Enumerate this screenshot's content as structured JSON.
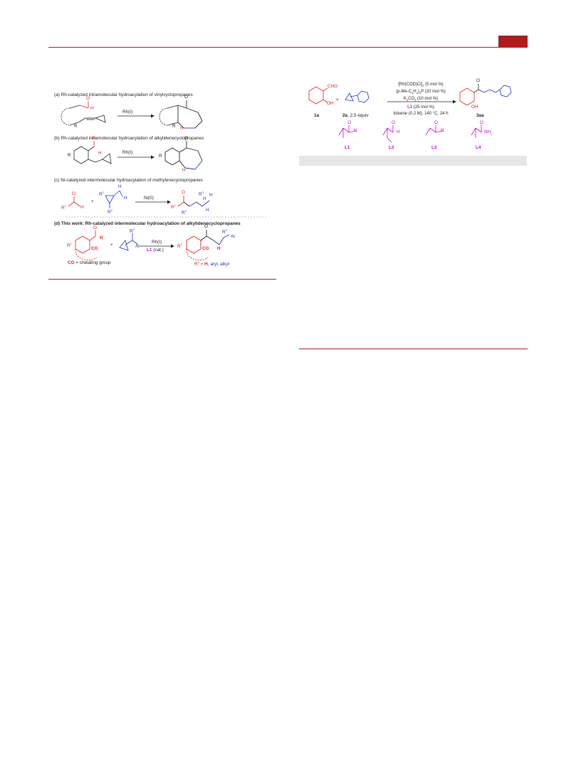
{
  "colors": {
    "accent": "#b01c1c",
    "red": "#e02020",
    "blue": "#2030d0",
    "magenta": "#d000d0",
    "gray_bar": "#e6e6e6"
  },
  "scheme_left": {
    "a": {
      "title": "(a) Rh-catalyzed intramolecular hydroacylation of vinylcyclopropanes",
      "reagent": "Rh(I)",
      "r_label": "R",
      "h_label": "H",
      "o_label": "O"
    },
    "b": {
      "title": "(b) Rh-catalyzed intramolecular hydroacylation of alkylidenecyclopropanes",
      "reagent": "Rh(I)",
      "r_label": "R",
      "h_label": "H",
      "o_label": "O"
    },
    "c": {
      "title": "(c) Ni-catalyzed intermolecular hydroacylation of methylenecyclopropanes",
      "reagent": "Ni(0)",
      "plus": "+",
      "r1": "R",
      "r1_sup": "1",
      "r2": "R",
      "r2_sup": "2",
      "h_label": "H",
      "o_label": "O"
    },
    "d": {
      "title": "(d) This work: Rh-catalyzed intermolecular hydroacylation of alkylidenecyclopropanes",
      "reagent": "Rh(I)",
      "ligand": "L1",
      "ligand_note": "(cat.)",
      "plus": "+",
      "ar": "Ar",
      "cg": "CG",
      "r1": "R",
      "r1_sup": "1",
      "r2": "R",
      "r2_sup": "2",
      "h_label": "H",
      "o_label": "O",
      "cg_note_bold": "CG",
      "cg_note_rest": " = chelating group",
      "r2_note_pre": "R",
      "r2_note_sup": "2",
      "r2_note_eq": " = ",
      "r2_note_h": "H",
      "r2_note_rest": ", aryl, alkyl"
    }
  },
  "scheme_right": {
    "conditions": {
      "line1": "[Rh(COD)Cl]",
      "line1_sub": "2",
      "line1_tail": " (5 mol %)",
      "line2_pre": "(p-Me-C",
      "line2_sub1": "6",
      "line2_mid": "H",
      "line2_sub2": "4",
      "line2_tail1": ")",
      "line2_sub3": "3",
      "line2_tail2": "P (20 mol %)",
      "line3_pre": "K",
      "line3_sub1": "2",
      "line3_mid": "CO",
      "line3_sub2": "3",
      "line3_tail": " (10 mol %)",
      "line4_l": "L1",
      "line4_tail": " (25 mol %)",
      "line5": "toluene (0.2 M), 140 °C, 24 h"
    },
    "labels": {
      "sm1": "1a",
      "sm2": "2a",
      "sm2_note": ", 2.5 equiv",
      "product": "3aa",
      "plus": "+",
      "cho": "CHO",
      "oh": "OH",
      "o": "O"
    },
    "ligands": [
      {
        "name": "L1",
        "atom": "N"
      },
      {
        "name": "L2",
        "atom": "H"
      },
      {
        "name": "L3",
        "atom": "N"
      },
      {
        "name": "L4",
        "atom": "NH",
        "atom_sub": "2"
      }
    ]
  }
}
